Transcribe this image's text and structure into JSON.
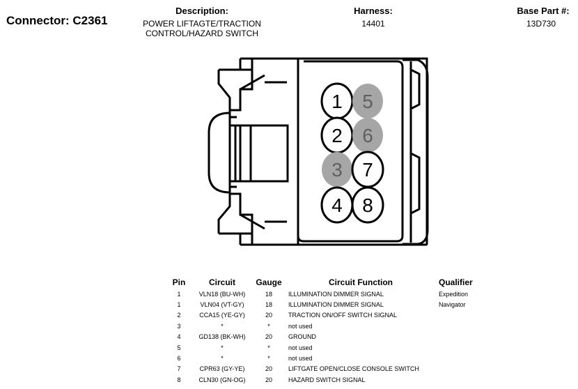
{
  "connector": {
    "label": "Connector: C2361"
  },
  "description": {
    "label": "Description:",
    "line1": "POWER LIFTAGTE/TRACTION",
    "line2": "CONTROL/HAZARD SWITCH"
  },
  "harness": {
    "label": "Harness:",
    "value": "14401"
  },
  "base_part": {
    "label": "Base Part #:",
    "value": "13D730"
  },
  "diagram": {
    "pins": [
      "1",
      "2",
      "3",
      "4",
      "5",
      "6",
      "7",
      "8"
    ],
    "highlight_color": "#a6a6a6",
    "pin_text_color": "#000000",
    "highlighted_text_color": "#606060"
  },
  "table": {
    "headers": {
      "pin": "Pin",
      "circuit": "Circuit",
      "gauge": "Gauge",
      "function": "Circuit Function",
      "qualifier": "Qualifier"
    },
    "rows": [
      {
        "pin": "1",
        "circuit": "VLN18 (BU-WH)",
        "gauge": "18",
        "function": "ILLUMINATION DIMMER SIGNAL",
        "qualifier": "Expedition"
      },
      {
        "pin": "1",
        "circuit": "VLN04 (VT-GY)",
        "gauge": "18",
        "function": "ILLUMINATION DIMMER SIGNAL",
        "qualifier": "Navigator"
      },
      {
        "pin": "2",
        "circuit": "CCA15 (YE-GY)",
        "gauge": "20",
        "function": "TRACTION ON/OFF SWITCH SIGNAL",
        "qualifier": ""
      },
      {
        "pin": "3",
        "circuit": "*",
        "gauge": "*",
        "function": "not used",
        "qualifier": ""
      },
      {
        "pin": "4",
        "circuit": "GD138 (BK-WH)",
        "gauge": "20",
        "function": "GROUND",
        "qualifier": ""
      },
      {
        "pin": "5",
        "circuit": "*",
        "gauge": "*",
        "function": "not used",
        "qualifier": ""
      },
      {
        "pin": "6",
        "circuit": "*",
        "gauge": "*",
        "function": "not used",
        "qualifier": ""
      },
      {
        "pin": "7",
        "circuit": "CPR63 (GY-YE)",
        "gauge": "20",
        "function": "LIFTGATE OPEN/CLOSE CONSOLE SWITCH",
        "qualifier": ""
      },
      {
        "pin": "8",
        "circuit": "CLN30 (GN-OG)",
        "gauge": "20",
        "function": "HAZARD SWITCH SIGNAL",
        "qualifier": ""
      }
    ]
  }
}
